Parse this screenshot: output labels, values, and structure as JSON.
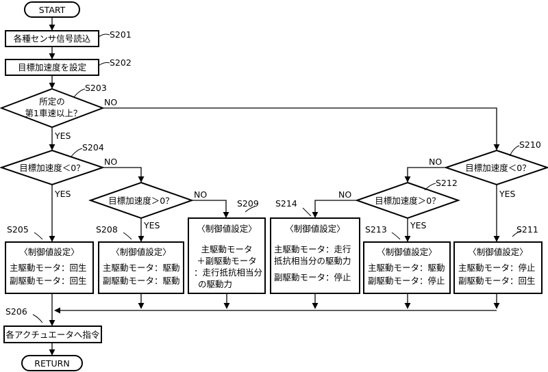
{
  "start": "START",
  "end": "RETURN",
  "steps": {
    "s201": {
      "id": "S201",
      "text": "各種センサ信号読込"
    },
    "s202": {
      "id": "S202",
      "text": "目標加速度を設定"
    },
    "s203": {
      "id": "S203",
      "line1": "所定の",
      "line2": "第1車速以上？"
    },
    "s204": {
      "id": "S204",
      "text": "目標加速度＜0？"
    },
    "s205": {
      "id": "S205",
      "title": "〈制御値設定〉",
      "line1": "主駆動モータ：回生",
      "line2": "副駆動モータ：回生"
    },
    "s206": {
      "id": "S206",
      "text": "各アクチュエータへ指令"
    },
    "s208": {
      "id": "S208",
      "title": "〈制御値設定〉",
      "line1": "主駆動モータ：駆動",
      "line2": "副駆動モータ：駆動"
    },
    "s207": {
      "text": "目標加速度＞0？"
    },
    "s209": {
      "id": "S209",
      "title": "〈制御値設定〉",
      "line1": "主駆動モータ",
      "line2": "＋副駆動モータ",
      "line3": "：走行抵抗相当分",
      "line4": "の駆動力"
    },
    "s214": {
      "id": "S214",
      "title": "〈制御値設定〉",
      "line1": "主駆動モータ：走行",
      "line2": "抵抗相当分の駆動力",
      "line3": "副駆動モータ：停止"
    },
    "s212": {
      "id": "S212",
      "text": "目標加速度＞0？"
    },
    "s213": {
      "id": "S213",
      "title": "〈制御値設定〉",
      "line1": "主駆動モータ：駆動",
      "line2": "副駆動モータ：停止"
    },
    "s210": {
      "id": "S210",
      "text": "目標加速度＜0？"
    },
    "s211": {
      "id": "S211",
      "title": "〈制御値設定〉",
      "line1": "主駆動モータ：停止",
      "line2": "副駆動モータ：回生"
    }
  },
  "labels": {
    "yes": "YES",
    "no": "NO"
  }
}
